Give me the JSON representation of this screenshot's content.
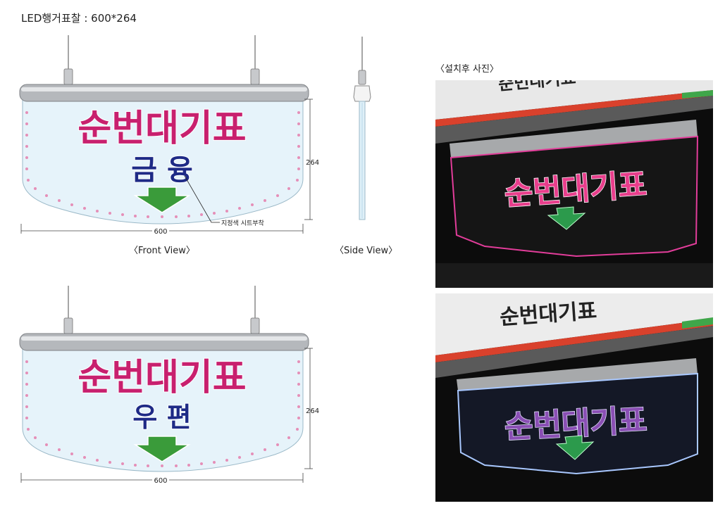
{
  "header": {
    "title": "LED행거표찰 : 600*264"
  },
  "front": {
    "main_text": "순번대기표",
    "sub_text_1": "금 융",
    "sub_text_2": "우 편",
    "width_label": "600",
    "height_label": "264",
    "callout": "지정색 시트부착",
    "view_label": "〈Front View〉"
  },
  "side": {
    "view_label": "〈Side View〉"
  },
  "photos": {
    "title": "〈설치후 사진〉",
    "sign_text": "순번대기표",
    "wall_text": "순번대기표"
  },
  "colors": {
    "magenta": "#c8206e",
    "navy": "#1e2a86",
    "green": "#3a9b3a",
    "panel": "#e6f3fa",
    "rail": "#b5b8bc"
  }
}
